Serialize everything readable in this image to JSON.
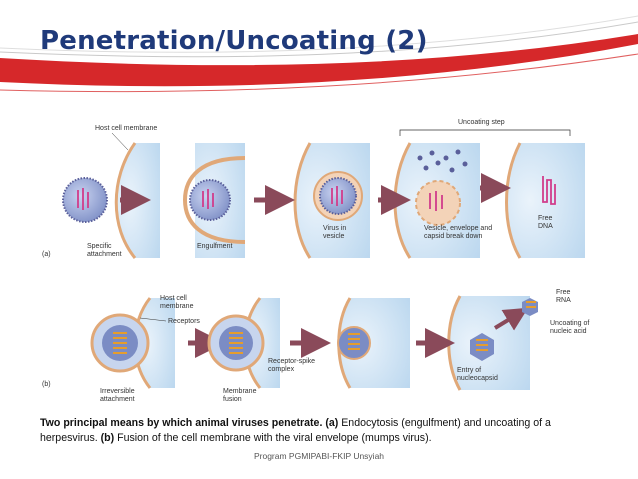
{
  "slide": {
    "title": "Penetration/Uncoating (2)",
    "footer": "Program PGMIPABI-FKIP Unsyiah"
  },
  "figure": {
    "panel_a": {
      "tag": "(a)",
      "host_membrane": "Host cell membrane",
      "uncoating_step": "Uncoating step",
      "specific_1": "Specific",
      "specific_2": "attachment",
      "engulfment": "Engulfment",
      "virus_vesicle_1": "Virus in",
      "virus_vesicle_2": "vesicle",
      "vesicle_break_1": "Vesicle, envelope and",
      "vesicle_break_2": "capsid break down",
      "free_dna_1": "Free",
      "free_dna_2": "DNA"
    },
    "panel_b": {
      "tag": "(b)",
      "host_membrane_1": "Host cell",
      "host_membrane_2": "membrane",
      "receptors": "Receptors",
      "irreversible_1": "Irreversible",
      "irreversible_2": "attachment",
      "receptor_spike_1": "Receptor-spike",
      "receptor_spike_2": "complex",
      "membrane_fusion_1": "Membrane",
      "membrane_fusion_2": "fusion",
      "entry_1": "Entry of",
      "entry_2": "nucleocapsid",
      "free_rna_1": "Free",
      "free_rna_2": "RNA",
      "uncoating_rna_1": "Uncoating of",
      "uncoating_rna_2": "nucleic acid"
    },
    "colors": {
      "title": "#1f3a7a",
      "banner_red": "#d6282a",
      "cytoplasm_blue": "#cfe3f3",
      "membrane_tan": "#e0a878",
      "arrow": "#8a4a5a"
    }
  },
  "caption": {
    "lead": "Two principal means by which animal viruses penetrate.",
    "a_tag": "(a)",
    "a_text": " Endocytosis (engulfment) and uncoating of a herpesvirus.",
    "b_tag": "(b)",
    "b_text": " Fusion of the cell membrane with the viral envelope (mumps virus)."
  }
}
